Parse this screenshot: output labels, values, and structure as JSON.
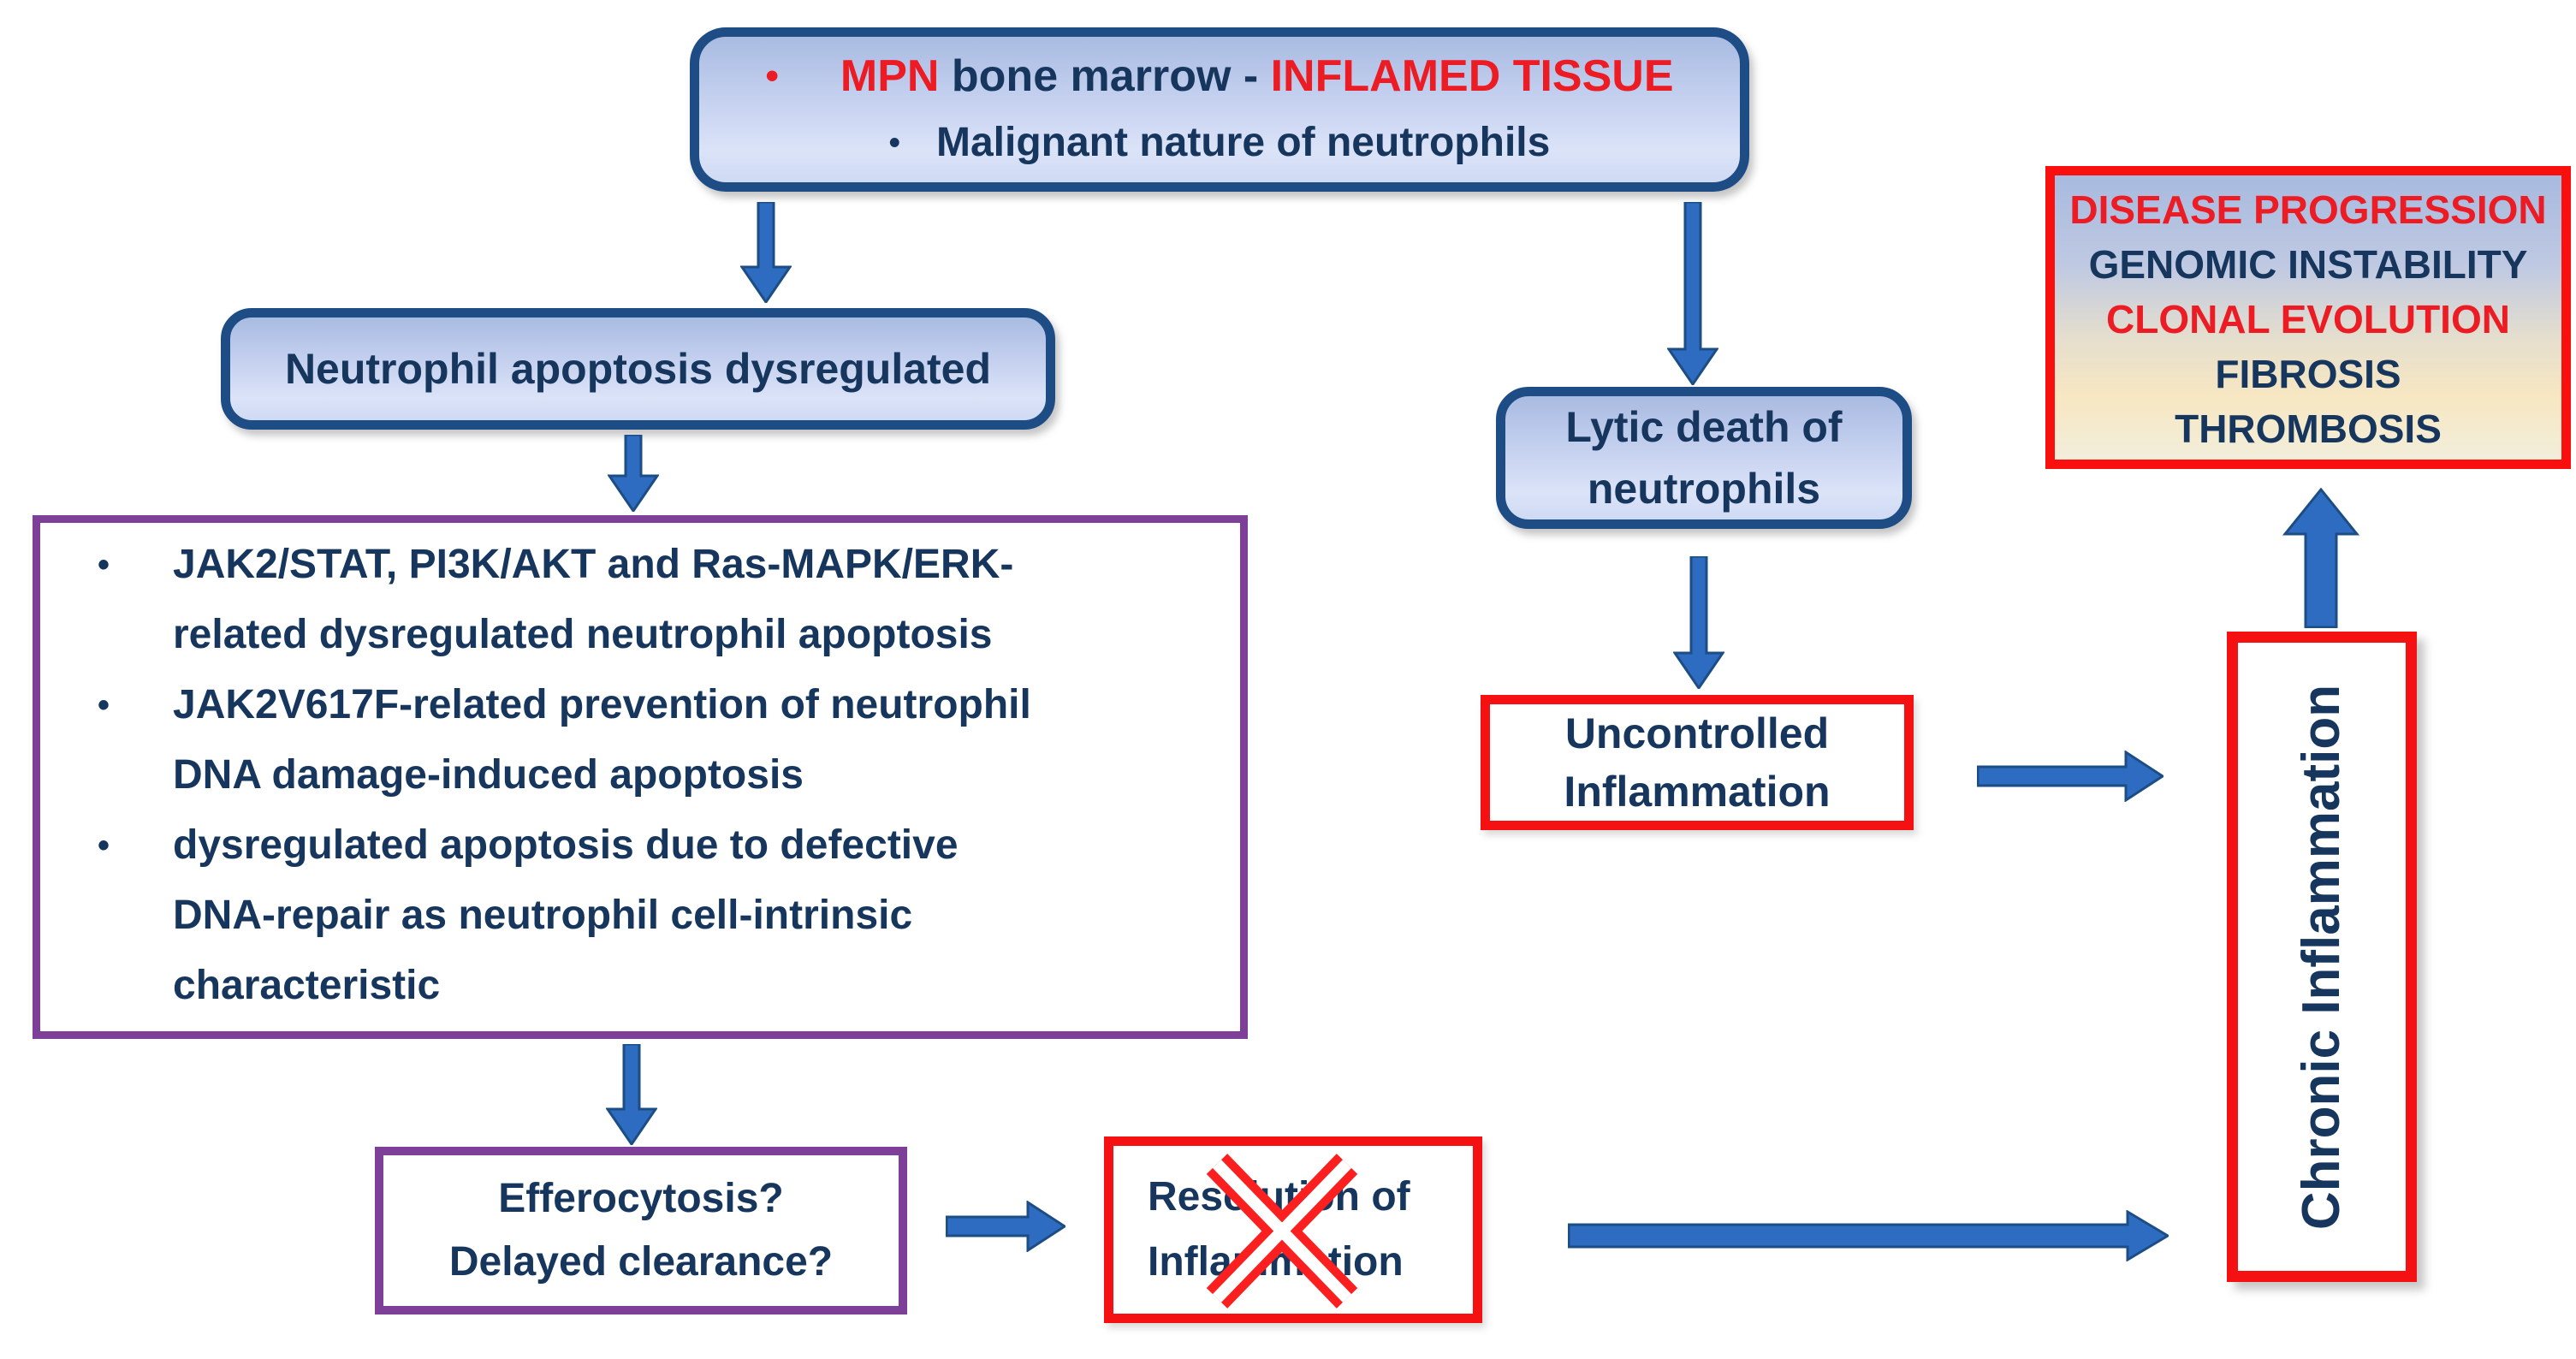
{
  "ui": {
    "bullet": "•"
  },
  "colors": {
    "navy_text": "#17365d",
    "red_text": "#ec1c24",
    "blue_box_border": "#1e4c85",
    "purple_border": "#7e3f98",
    "red_border": "#f51112",
    "arrow_blue_fill": "#2d6cc0",
    "arrow_blue_stroke": "#1c4d85"
  },
  "boxes": {
    "mpn": {
      "l1a": "MPN",
      "l1b": " bone marrow - ",
      "l1c": "INFLAMED TISSUE",
      "l2": "Malignant nature of neutrophils"
    },
    "neutrophil": {
      "label": "Neutrophil apoptosis dysregulated"
    },
    "mechanisms": {
      "items": [
        {
          "lines": [
            "JAK2/STAT, PI3K/AKT and Ras-MAPK/ERK-",
            "related dysregulated neutrophil apoptosis",
            ""
          ]
        },
        {
          "lines": [
            "JAK2V617F-related prevention of neutrophil",
            "DNA damage-induced apoptosis",
            ""
          ]
        },
        {
          "lines": [
            "dysregulated apoptosis due to defective",
            "DNA-repair as neutrophil cell-intrinsic",
            "characteristic"
          ]
        }
      ]
    },
    "efferocytosis": {
      "l1": "Efferocytosis?",
      "l2": "Delayed clearance?"
    },
    "resolution": {
      "l1": "Resolution of",
      "l2": "Inflammation"
    },
    "lytic": {
      "l1": "Lytic death of",
      "l2": "neutrophils"
    },
    "uncontrolled": {
      "l1": "Uncontrolled",
      "l2": "Inflammation"
    },
    "chronic": {
      "label": "Chronic Inflammation"
    },
    "outcomes": {
      "lines": [
        {
          "text": "DISEASE PROGRESSION",
          "color": "red"
        },
        {
          "text": "GENOMIC INSTABILITY",
          "color": "navy"
        },
        {
          "text": "CLONAL EVOLUTION",
          "color": "red"
        },
        {
          "text": "FIBROSIS",
          "color": "navy"
        },
        {
          "text": "THROMBOSIS",
          "color": "navy"
        }
      ]
    }
  }
}
